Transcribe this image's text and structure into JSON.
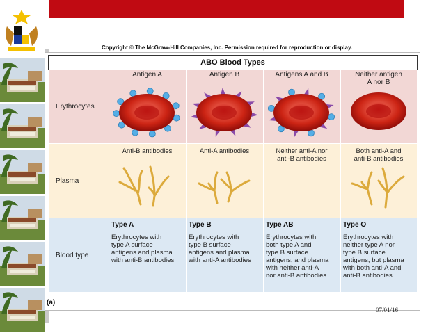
{
  "copyright": "Copyright © The McGraw-Hill Companies, Inc. Permission required for reproduction or display.",
  "table_title": "ABO Blood Types",
  "rows": {
    "erythrocytes": "Erythrocytes",
    "plasma": "Plasma",
    "blood_type": "Blood type"
  },
  "columns": [
    {
      "header_line1": "Antigen A",
      "header_line2": "",
      "plasma_line1": "Anti-B antibodies",
      "plasma_line2": "",
      "type_name": "Type A",
      "desc": [
        "Erythrocytes with",
        "type A surface",
        "antigens and plasma",
        "with anti-B antibodies"
      ]
    },
    {
      "header_line1": "Antigen B",
      "header_line2": "",
      "plasma_line1": "Anti-A antibodies",
      "plasma_line2": "",
      "type_name": "Type B",
      "desc": [
        "Erythrocytes with",
        "type B surface",
        "antigens and plasma",
        "with anti-A antibodies"
      ]
    },
    {
      "header_line1": "Antigens A and B",
      "header_line2": "",
      "plasma_line1": "Neither anti-A nor",
      "plasma_line2": "anti-B antibodies",
      "type_name": "Type AB",
      "desc": [
        "Erythrocytes with",
        "both type A and",
        "type B surface",
        "antigens, and plasma",
        "with neither anti-A",
        "nor anti-B antibodies"
      ]
    },
    {
      "header_line1": "Neither antigen",
      "header_line2": "A nor B",
      "plasma_line1": "Both anti-A and",
      "plasma_line2": "anti-B antibodies",
      "type_name": "Type O",
      "desc": [
        "Erythrocytes with",
        "neither type A nor",
        "type B surface",
        "antigens, but plasma",
        "with both anti-A and",
        "anti-B antibodies"
      ]
    }
  ],
  "figure_label": "(a)",
  "date": "07/01/16",
  "colors": {
    "top_bar": "#c00a12",
    "erythrocyte_row": "#f2d7d5",
    "plasma_row": "#fdf0d8",
    "blood_type_row": "#dce8f3",
    "antigen_a": "#55aee6",
    "antigen_b": "#8a4aa8",
    "antibody": "#e0b040"
  }
}
